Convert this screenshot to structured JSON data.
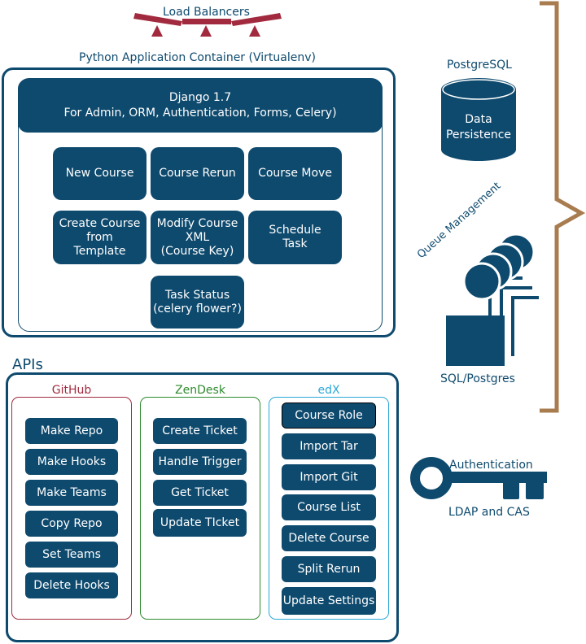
{
  "load_balancers": {
    "label": "Load Balancers"
  },
  "container": {
    "title": "Python Application Container  (Virtualenv)",
    "django": {
      "line1": "Django 1.7",
      "line2": "For Admin, ORM, Authentication, Forms, Celery)"
    },
    "tasks": [
      "New Course",
      "Course Rerun",
      "Course Move",
      "Create Course\nfrom\nTemplate",
      "Modify Course\nXML\n(Course Key)",
      "Schedule\nTask",
      "Task Status\n(celery flower?)"
    ]
  },
  "postgres": {
    "title": "PostgreSQL",
    "line1": "Data",
    "line2": "Persistence"
  },
  "queue": {
    "title": "Queue Management",
    "caption": "SQL/Postgres"
  },
  "apis": {
    "title": "APIs",
    "github": {
      "title": "GitHub",
      "items": [
        "Make Repo",
        "Make Hooks",
        "Make Teams",
        "Copy Repo",
        "Set Teams",
        "Delete Hooks"
      ]
    },
    "zendesk": {
      "title": "ZenDesk",
      "items": [
        "Create Ticket",
        "Handle Trigger",
        "Get Ticket",
        "Update TIcket"
      ]
    },
    "edx": {
      "title": "edX",
      "items": [
        "Course Role",
        "Import Tar",
        "Import Git",
        "Course List",
        "Delete Course",
        "Split Rerun",
        "Update Settings"
      ]
    }
  },
  "auth": {
    "title": "Authentication",
    "caption": "LDAP and CAS"
  },
  "colors": {
    "navy": "#0e4a6e",
    "load_balancer": "#a12a3e",
    "github": "#a12a3e",
    "zendesk": "#2e8b2e",
    "edx": "#2aa8d8",
    "brace": "#a97c50"
  }
}
